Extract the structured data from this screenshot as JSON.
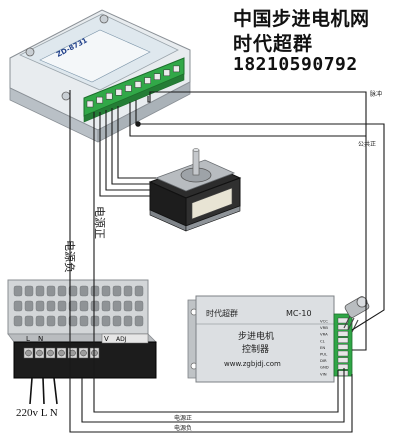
{
  "header": {
    "title": "中国步进电机网",
    "subtitle": "时代超群",
    "phone": "18210590792"
  },
  "driver": {
    "model": "ZD-8731"
  },
  "controller": {
    "brand": "时代超群",
    "model": "MC-10",
    "name_line1": "步进电机",
    "name_line2": "控制器",
    "website": "www.zgbjdj.com",
    "terminals": [
      "VCC",
      "VRB",
      "VRA",
      "CL",
      "EN",
      "PUL",
      "DIR",
      "GND",
      "VIN"
    ]
  },
  "power_supply": {
    "terminal_labels": [
      "L",
      "N",
      "V"
    ],
    "adj_label": "ADJ",
    "ac_label": "220v L N"
  },
  "wires": {
    "neg_vertical": "电源负",
    "pos_vertical": "电源正",
    "pulse": "脉冲",
    "common_pos": "公共正",
    "bottom_pos": "电源正",
    "bottom_neg": "电源负"
  }
}
